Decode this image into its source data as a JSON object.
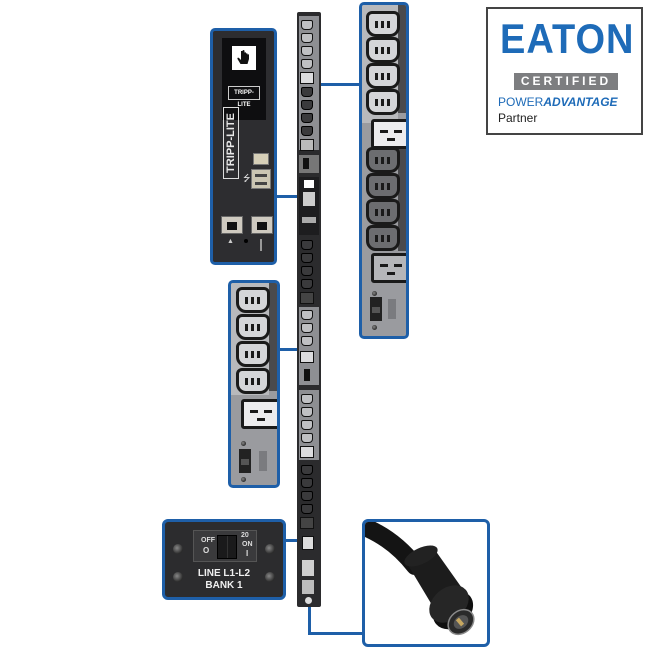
{
  "logo": {
    "brand": "EATON",
    "certified": "CERTIFIED",
    "program_prefix": "POWER",
    "program_suffix": "ADVANTAGE",
    "partner": "Partner",
    "colors": {
      "brand_blue": "#1e6bb8",
      "certified_bar": "#7d7e80"
    }
  },
  "product": {
    "brand_label": "TRIPP-LITE",
    "accent_color": "#1e5fa8",
    "body_color": "#2b2b2d"
  },
  "callouts": {
    "controller": {
      "brand_label": "TRIPP-LITE",
      "screen_brand": "TRIPP-LITE",
      "touch_icon": "hand-pointer-icon",
      "usb_icon": "usb-icon",
      "ports": [
        {
          "name": "network-port",
          "icon": "network-icon"
        },
        {
          "name": "serial-port",
          "icon": "serial-icon"
        }
      ]
    },
    "top_outlets": {
      "outlets": [
        "C13",
        "C13",
        "C13",
        "C13",
        "C19",
        "C13",
        "C13",
        "C13",
        "C13",
        "C19"
      ]
    },
    "mid_outlets": {
      "outlets": [
        "C13",
        "C13",
        "C13",
        "C13",
        "C19"
      ]
    },
    "breaker": {
      "off_label": "OFF",
      "off_symbol": "O",
      "rating": "20",
      "on_label": "ON",
      "on_symbol": "I",
      "line_label": "LINE L1-L2",
      "bank_label": "BANK 1"
    },
    "plug": {
      "icon": "locking-plug-icon"
    }
  }
}
